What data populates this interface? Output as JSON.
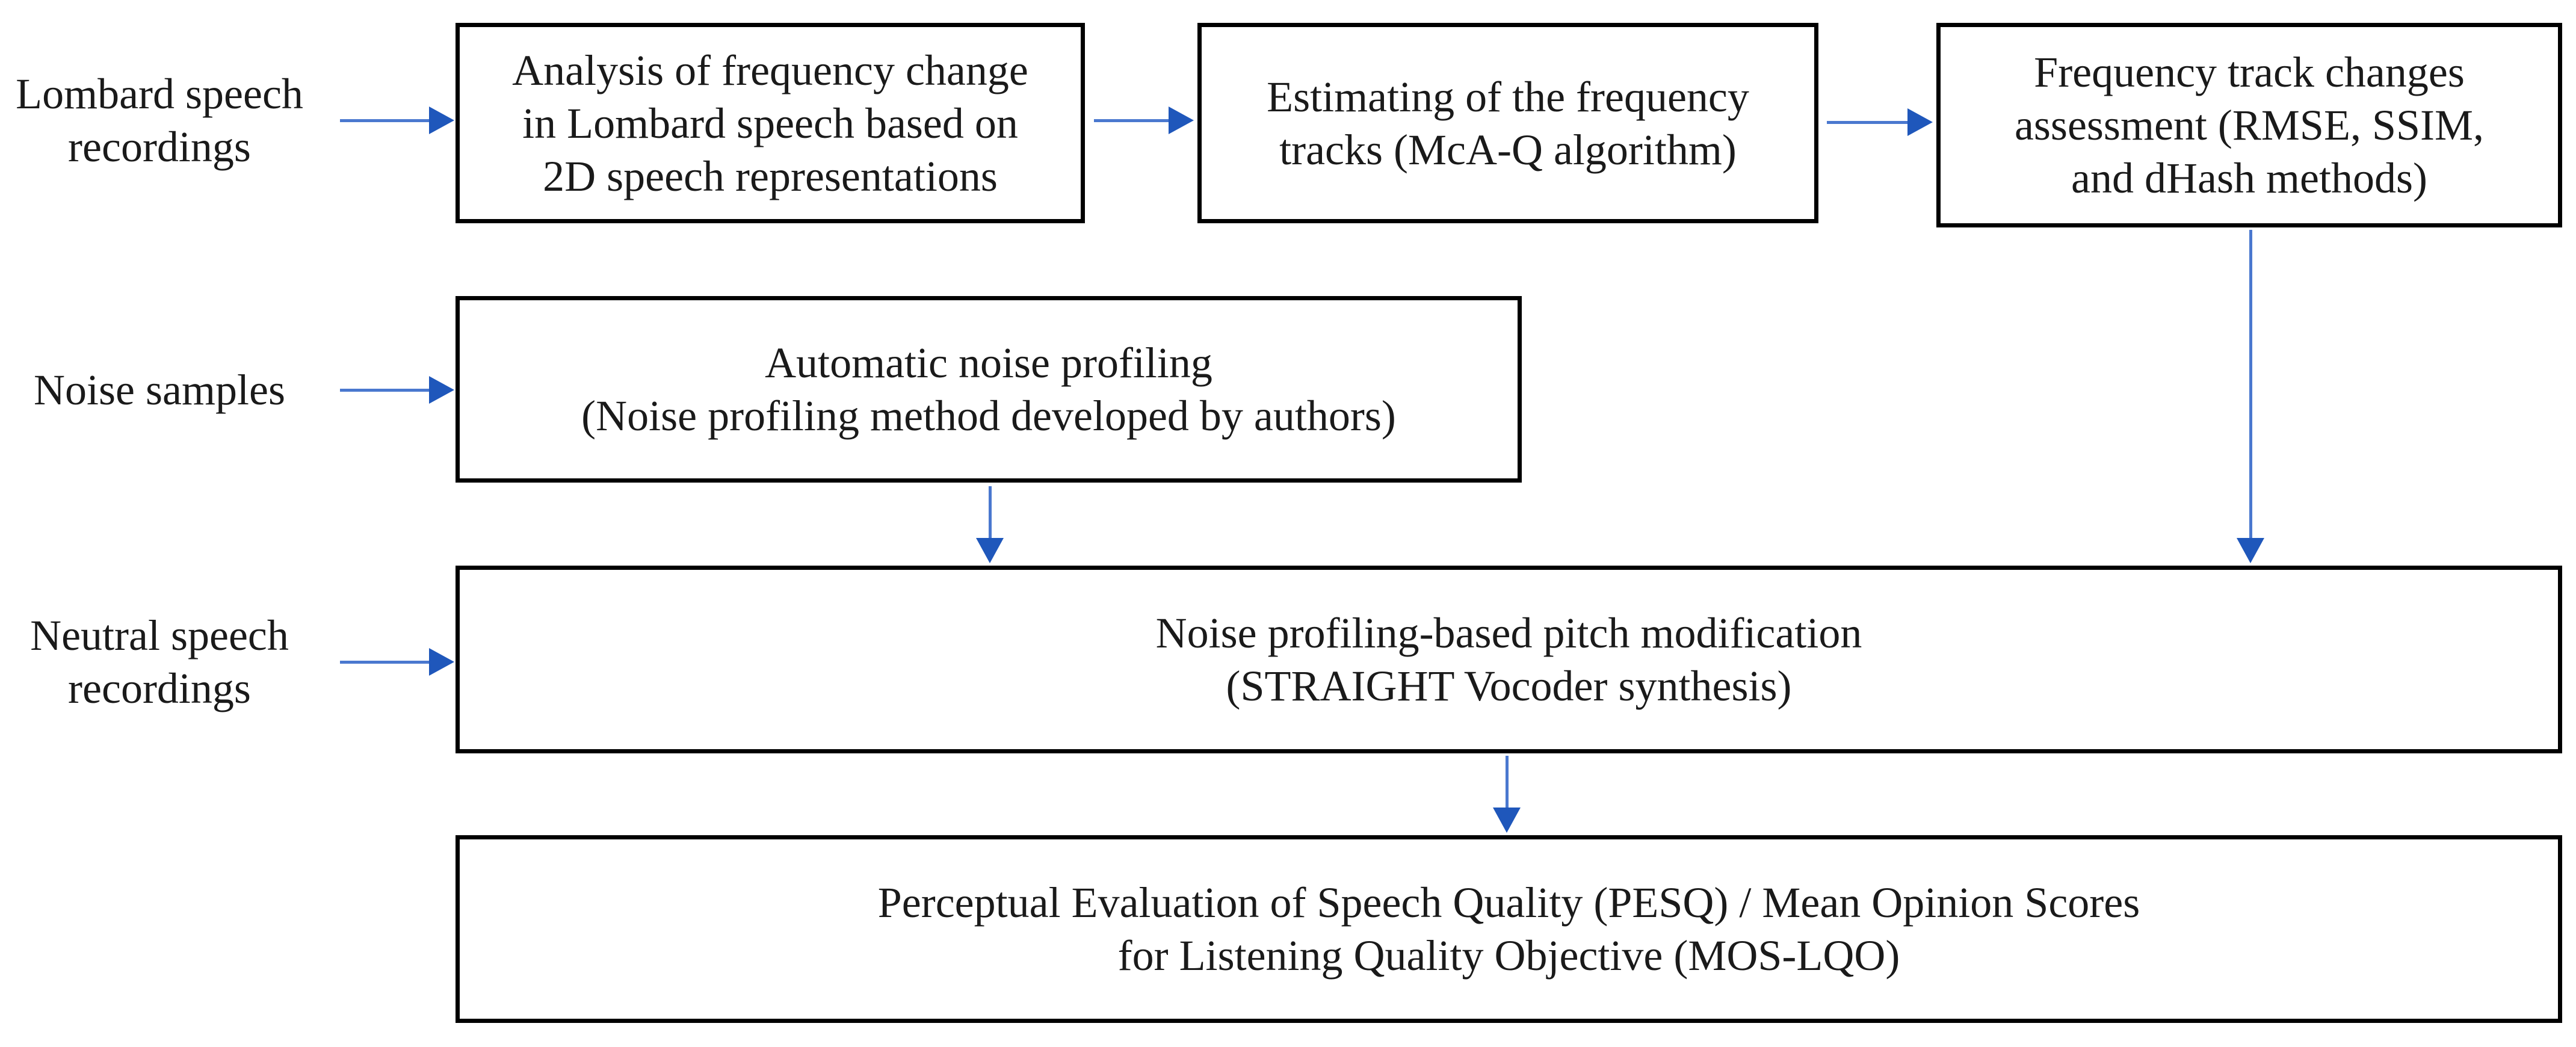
{
  "colors": {
    "arrow_shaft": "#4a78cf",
    "arrow_head": "#1f57bb",
    "box_border": "#000000",
    "text": "#1a1a1a",
    "background": "#ffffff"
  },
  "labels": {
    "lombard": {
      "lines": [
        "Lombard speech",
        "recordings"
      ]
    },
    "noise": {
      "lines": [
        "Noise samples"
      ]
    },
    "neutral": {
      "lines": [
        "Neutral speech",
        "recordings"
      ]
    }
  },
  "boxes": {
    "analysis": {
      "lines": [
        "Analysis of frequency change",
        "in Lombard speech based on",
        "2D speech representations"
      ]
    },
    "estimating": {
      "lines": [
        "Estimating of the frequency",
        "tracks (McA-Q algorithm)"
      ]
    },
    "assessment": {
      "lines": [
        "Frequency track changes",
        "assessment (RMSE, SSIM,",
        "and dHash methods)"
      ]
    },
    "noise_profiling": {
      "lines": [
        "Automatic noise profiling",
        "(Noise profiling method developed by authors)"
      ]
    },
    "pitch_modification": {
      "lines": [
        "Noise profiling-based pitch modification",
        "(STRAIGHT Vocoder synthesis)"
      ]
    },
    "pesq": {
      "lines": [
        "Perceptual Evaluation of Speech Quality (PESQ) / Mean Opinion Scores",
        "for Listening Quality Objective (MOS-LQO)"
      ]
    }
  }
}
